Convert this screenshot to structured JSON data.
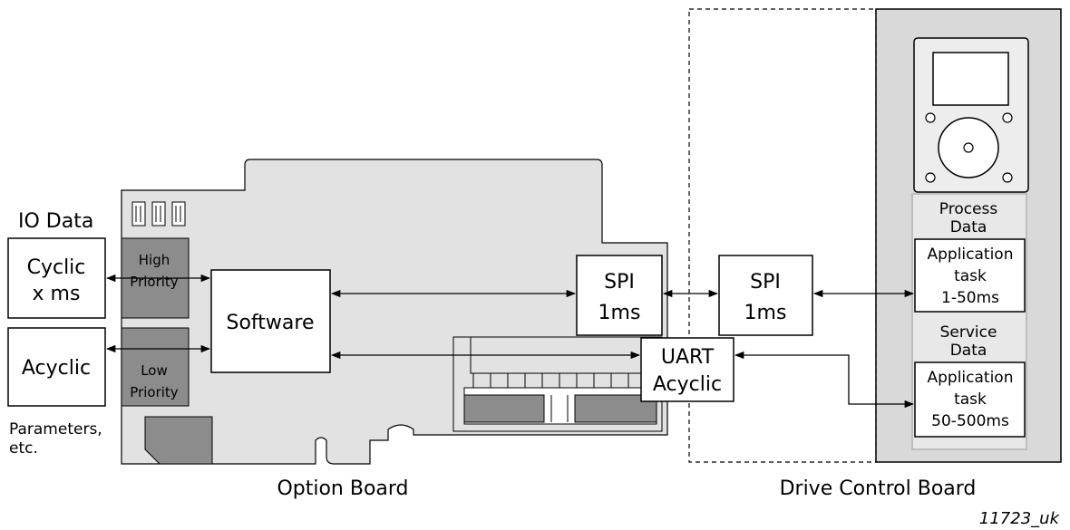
{
  "io_data_title": "IO Data",
  "cyclic": {
    "line1": "Cyclic",
    "line2": "x ms"
  },
  "acyclic": {
    "label": "Acyclic"
  },
  "parameters_note": {
    "line1": "Parameters,",
    "line2": "etc."
  },
  "high_priority": {
    "line1": "High",
    "line2": "Priority"
  },
  "low_priority": {
    "line1": "Low",
    "line2": "Priority"
  },
  "software": {
    "label": "Software"
  },
  "spi_option": {
    "line1": "SPI",
    "line2": "1ms"
  },
  "spi_drive": {
    "line1": "SPI",
    "line2": "1ms"
  },
  "uart": {
    "line1": "UART",
    "line2": "Acyclic"
  },
  "process_data": {
    "line1": "Process",
    "line2": "Data"
  },
  "app_task_1": {
    "line1": "Application",
    "line2": "task",
    "line3": "1-50ms"
  },
  "service_data": {
    "line1": "Service",
    "line2": "Data"
  },
  "app_task_2": {
    "line1": "Application",
    "line2": "task",
    "line3": "50-500ms"
  },
  "option_board_label": "Option Board",
  "drive_control_board_label": "Drive Control Board",
  "figure_id": "11723_uk",
  "colors": {
    "board_fill": "#e2e2e2",
    "dark_block": "#8c8c8c",
    "outline": "#000000"
  }
}
